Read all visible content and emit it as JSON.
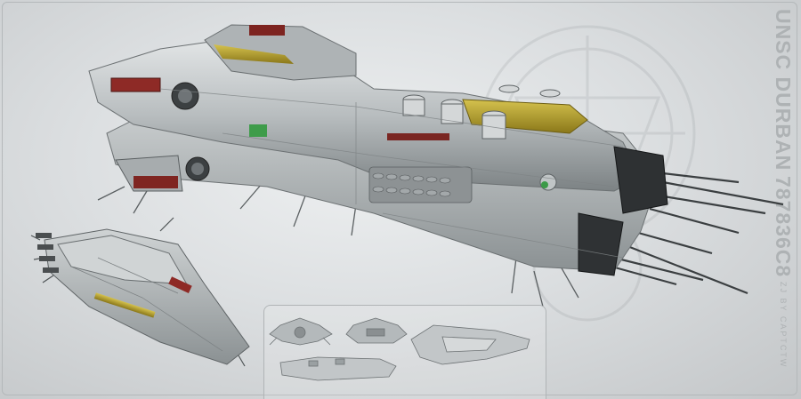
{
  "title": {
    "ship_name": "UNSC DURBAN",
    "ship_number": "787836C8",
    "author": "ZJ BY CAPTCTW"
  },
  "colors": {
    "hull": "#b9bebf",
    "hull_dark": "#6e7375",
    "accent_yellow": "#b8a12c",
    "accent_red": "#8e2a26",
    "engine_glow": "#3c9a48"
  },
  "inset": {
    "views": [
      "front-view",
      "rear-view",
      "top-view",
      "side-view"
    ]
  }
}
